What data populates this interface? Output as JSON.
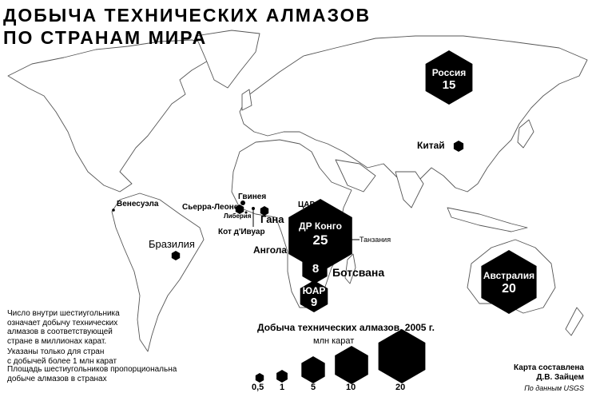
{
  "title": {
    "line1": "ДОБЫЧА ТЕХНИЧЕСКИХ АЛМАЗОВ",
    "line2": "ПО СТРАНАМ МИРА"
  },
  "countries": [
    {
      "name": "Россия",
      "value": "15"
    },
    {
      "name": "Китай"
    },
    {
      "name": "ДР Конго",
      "value": "25"
    },
    {
      "name": "Ботсвана",
      "value": "8"
    },
    {
      "name": "ЮАР",
      "value": "9"
    },
    {
      "name": "Австралия",
      "value": "20"
    },
    {
      "name": "Бразилия"
    },
    {
      "name": "Венесуэла"
    },
    {
      "name": "Гвинея"
    },
    {
      "name": "Сьерра-Леоне"
    },
    {
      "name": "Либерия"
    },
    {
      "name": "Гана"
    },
    {
      "name": "Кот д'Ивуар"
    },
    {
      "name": "ЦАР"
    },
    {
      "name": "Ангола"
    },
    {
      "name": "Танзания"
    }
  ],
  "notes": {
    "line1": "Число внутри шестиугольника",
    "line2": "означает добычу технических",
    "line3": "алмазов в соответствующей",
    "line4": "стране в миллионах карат.",
    "line5": "Указаны только для стран",
    "line6": "с добычей более 1 млн карат",
    "line7": "Площадь шестиугольников пропорциональна",
    "line8": "добыче алмазов в странах"
  },
  "legend": {
    "title": "Добыча технических алмазов, 2005 г.",
    "unit": "млн карат",
    "values": [
      "0,5",
      "1",
      "5",
      "10",
      "20"
    ]
  },
  "credits": {
    "line1": "Карта составлена",
    "line2": "Д.В. Зайцем",
    "source": "По данным USGS"
  },
  "colors": {
    "hexagon": "#000000",
    "land_outline": "#555555",
    "background": "#ffffff"
  }
}
